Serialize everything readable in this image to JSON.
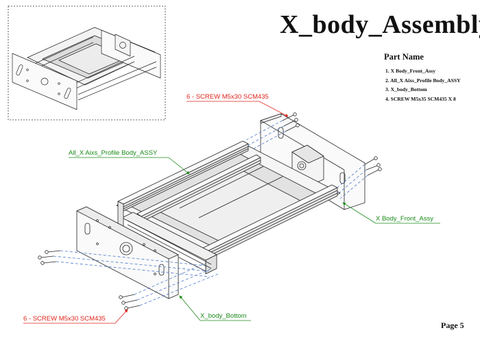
{
  "title": "X_body_Assembly",
  "part_name": {
    "heading": "Part Name",
    "items": [
      "1. X Body_Front_Assy",
      "2. All_X Aixs_Profile Body_ASSY",
      "3. X_body_Bottom",
      "4. SCREW M5x35 SCM435 X 8"
    ]
  },
  "callouts": {
    "screw_top": "6 - SCREW M5x30 SCM435",
    "profile_body": "All_X Aixs_Profile Body_ASSY",
    "front_assy": "X Body_Front_Assy",
    "body_bottom": "X_body_Bottom",
    "screw_bottom": "6 - SCREW M5x30 SCM435"
  },
  "page": "Page 5",
  "colors": {
    "callout_red": "#e0241b",
    "callout_green": "#1a8a1a",
    "leader_blue": "#4a78c8",
    "line": "#222222"
  }
}
